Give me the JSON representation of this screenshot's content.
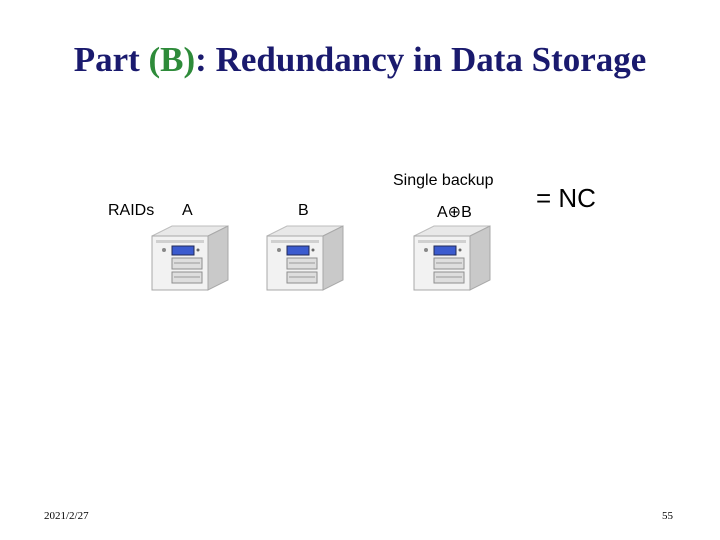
{
  "slide": {
    "title_prefix": "Part ",
    "title_highlight": "(B)",
    "title_suffix": ": Redundancy in Data Storage",
    "single_backup_label": "Single backup",
    "raids_label": "RAIDs",
    "drive_labels": [
      "A",
      "B",
      "A⊕B"
    ],
    "equals_nc": "= NC",
    "date": "2021/2/27",
    "page_number": "55"
  },
  "colors": {
    "title": "#1a1a6e",
    "highlight": "#2e8b3a"
  },
  "icons": [
    "storage-drive-icon"
  ]
}
